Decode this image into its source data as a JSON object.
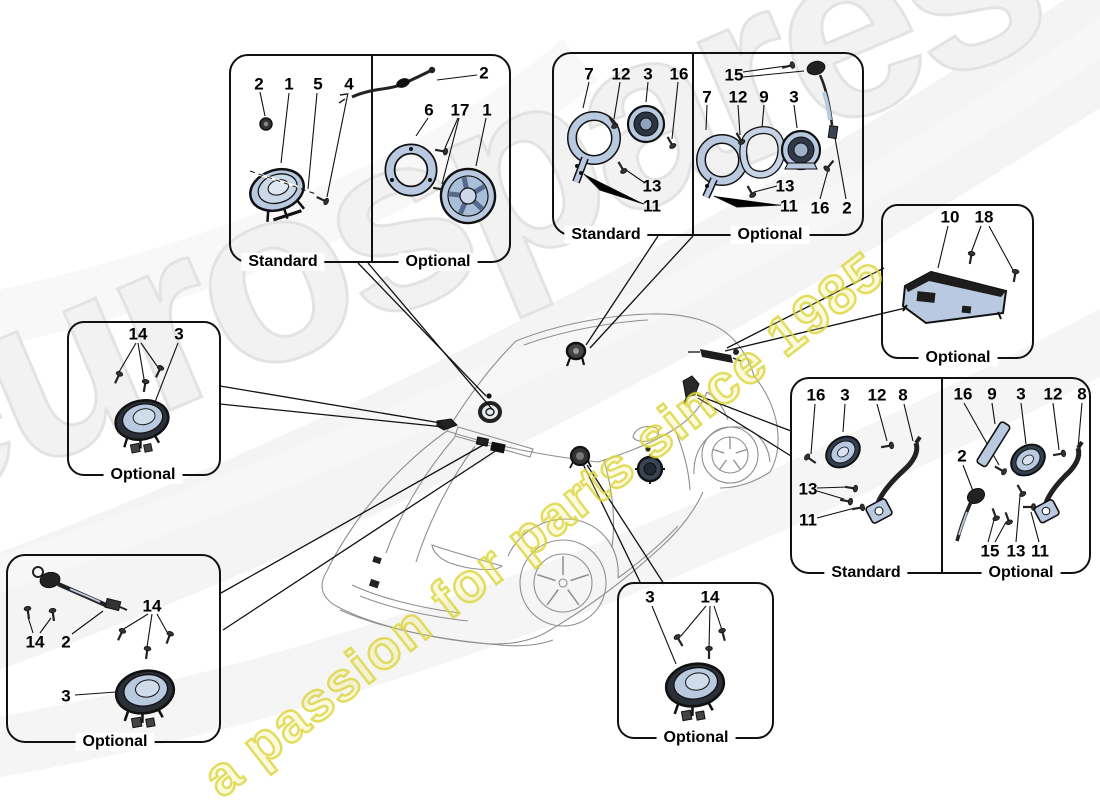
{
  "watermark": {
    "brand": "eurospares",
    "tagline": "a passion for parts since 1985"
  },
  "colors": {
    "part_fill": "#b9c9e0",
    "part_fill_light": "#d9e3ef",
    "part_dark": "#1d1d1d",
    "outline": "#111111",
    "car_line": "#8f8f8f",
    "watermark_yellow": "#ded43c",
    "watermark_gray": "#ececec"
  },
  "panels": {
    "front_door": {
      "standard": {
        "label": "Standard",
        "callouts": [
          "2",
          "1",
          "5",
          "4"
        ]
      },
      "optional": {
        "label": "Optional",
        "callouts": [
          "2",
          "6",
          "17",
          "1"
        ]
      }
    },
    "dash_center": {
      "standard": {
        "label": "Standard",
        "callouts": [
          "7",
          "12",
          "3",
          "16",
          "13",
          "11"
        ]
      },
      "optional": {
        "label": "Optional",
        "callouts": [
          "15",
          "7",
          "12",
          "9",
          "3",
          "13",
          "11",
          "16",
          "2"
        ]
      }
    },
    "amplifier": {
      "optional": {
        "label": "Optional",
        "callouts": [
          "10",
          "18"
        ]
      }
    },
    "dash_tweeter": {
      "optional": {
        "label": "Optional",
        "callouts": [
          "14",
          "3"
        ]
      }
    },
    "cowl_speakers": {
      "optional": {
        "label": "Optional",
        "callouts": [
          "14",
          "2",
          "14",
          "3"
        ]
      }
    },
    "door_woofer": {
      "optional": {
        "label": "Optional",
        "callouts": [
          "3",
          "14"
        ]
      }
    },
    "quarter_speakers": {
      "standard": {
        "label": "Standard",
        "callouts": [
          "16",
          "3",
          "12",
          "8",
          "13",
          "11"
        ]
      },
      "optional": {
        "label": "Optional",
        "callouts": [
          "16",
          "9",
          "3",
          "12",
          "8",
          "2",
          "15",
          "13",
          "11"
        ]
      }
    }
  }
}
